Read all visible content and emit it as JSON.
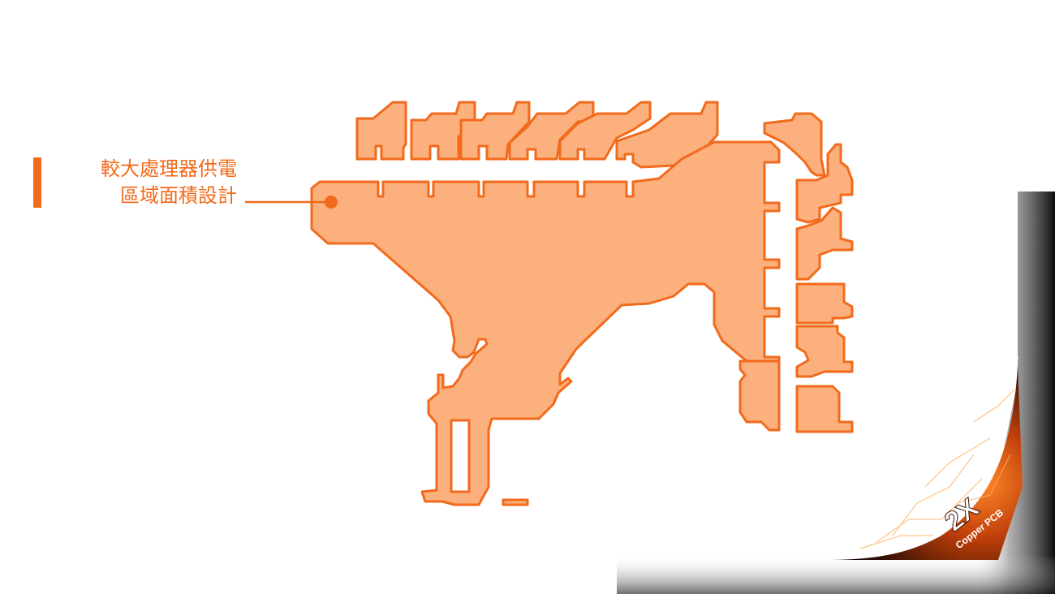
{
  "callout": {
    "line1": "較大處理器供電",
    "line2": "區域面積設計"
  },
  "badge": {
    "big": "2X",
    "small": "Copper PCB"
  },
  "colors": {
    "accent": "#f26a1b",
    "copper_fill": "#fbb07e",
    "copper_outline": "#f26a1b",
    "curl_dark": "#1a0a04",
    "curl_glow": "#e85a10"
  }
}
